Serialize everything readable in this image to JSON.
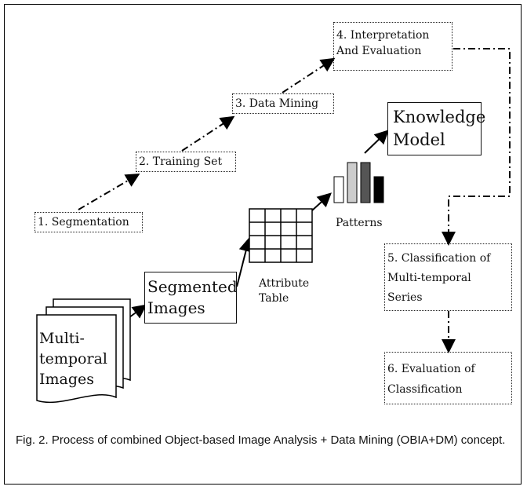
{
  "steps": {
    "s1": "1. Segmentation",
    "s2": "2. Training Set",
    "s3": "3. Data Mining",
    "s4_line1": "4. Interpretation",
    "s4_line2": "And Evaluation",
    "s5_line1": "5. Classification of",
    "s5_line2": "Multi-temporal",
    "s5_line3": "Series",
    "s6_line1": "6. Evaluation of",
    "s6_line2": "Classification"
  },
  "nodes": {
    "multitemporal": [
      "Multi-",
      "temporal",
      "Images"
    ],
    "segmented": [
      "Segmented",
      "Images"
    ],
    "attribute": [
      "Attribute",
      "Table"
    ],
    "patterns": "Patterns",
    "knowledge": [
      "Knowledge",
      "Model"
    ]
  },
  "patterns_bars": [
    0.55,
    0.85,
    0.85,
    0.55
  ],
  "patterns_colors": [
    "#ffffff",
    "#cccccc",
    "#555555",
    "#000000"
  ],
  "caption": "Fig. 2. Process of combined Object-based Image Analysis + Data Mining (OBIA+DM) concept."
}
